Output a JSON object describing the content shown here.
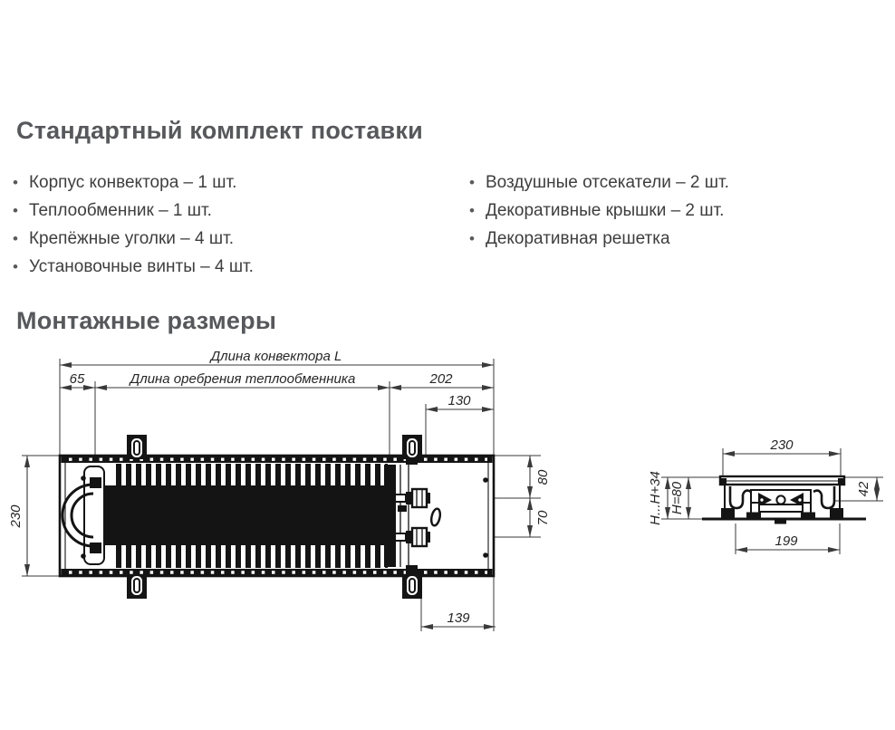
{
  "delivery": {
    "title": "Стандартный комплект поставки",
    "bullet": "•",
    "items_left": [
      "Корпус конвектора – 1 шт.",
      "Теплообменник – 1 шт.",
      "Крепёжные уголки – 4 шт.",
      "Установочные винты – 4 шт."
    ],
    "items_right": [
      "Воздушные отсекатели – 2 шт.",
      "Декоративные крышки – 2 шт.",
      "Декоративная решетка"
    ]
  },
  "mounting": {
    "title": "Монтажные размеры"
  },
  "drawing": {
    "plan": {
      "length_total_label": "Длина конвектора L",
      "length_fins_label": "Длина оребрения теплообменника",
      "d65": "65",
      "d202": "202",
      "d130": "130",
      "d139": "139",
      "d230": "230",
      "d80": "80",
      "d70": "70"
    },
    "section": {
      "d230": "230",
      "d42": "42",
      "h_range": "H...H+34",
      "h80": "H=80",
      "d199": "199"
    }
  },
  "colors": {
    "heading": "#57585b",
    "body_text": "#3e3e3e",
    "drawing_lines": "#141414",
    "dimension_lines": "#3a3a3a"
  }
}
